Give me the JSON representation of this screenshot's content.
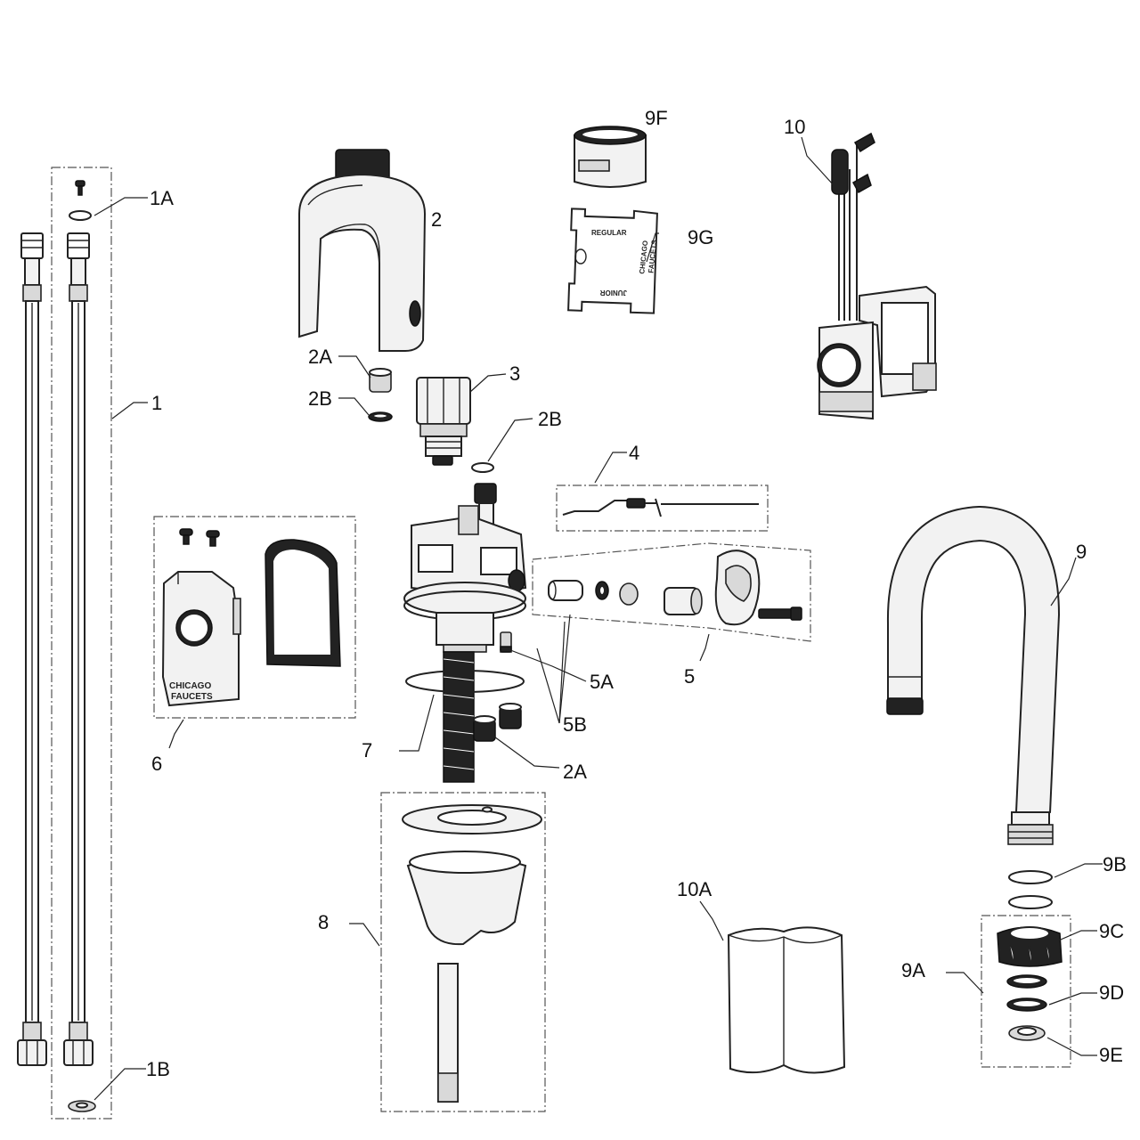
{
  "labels": {
    "l1": "1",
    "l1a": "1A",
    "l1b": "1B",
    "l2": "2",
    "l2a_top": "2A",
    "l2b_top": "2B",
    "l2b_right": "2B",
    "l2a_bottom": "2A",
    "l3": "3",
    "l4": "4",
    "l5": "5",
    "l5a": "5A",
    "l5b": "5B",
    "l6": "6",
    "l7": "7",
    "l8": "8",
    "l9": "9",
    "l9a": "9A",
    "l9b": "9B",
    "l9c": "9C",
    "l9d": "9D",
    "l9e": "9E",
    "l9f": "9F",
    "l9g": "9G",
    "l10": "10",
    "l10a": "10A"
  },
  "part_text": {
    "aerator_key_regular": "REGULAR",
    "aerator_key_junior": "JUNIOR",
    "aerator_key_brand_1": "CHICAGO",
    "aerator_key_brand_2": "FAUCETS",
    "cover_brand_1": "CHICAGO",
    "cover_brand_2": "FAUCETS"
  }
}
